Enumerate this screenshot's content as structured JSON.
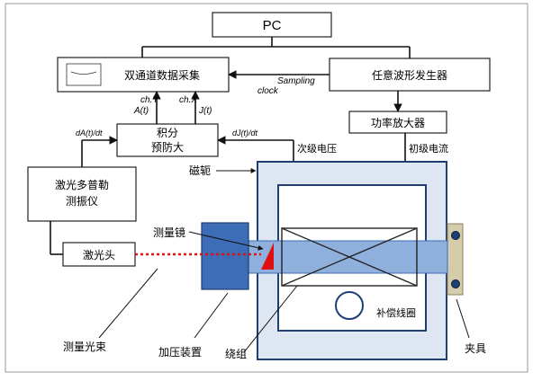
{
  "boxes": {
    "pc": "PC",
    "daq": "双通道数据采集",
    "signal_gen": "任意波形发生器",
    "amplifier": "功率放大器",
    "integrator_line1": "积分",
    "integrator_line2": "预防大",
    "vibrometer_line1": "激光多普勒",
    "vibrometer_line2": "测振仪",
    "laser_head": "激光头",
    "compensation_coil": "补偿线圈"
  },
  "signals": {
    "sampling_line1": "Sampling",
    "sampling_line2": "clock",
    "ch_y": "ch.Y",
    "ch_x": "ch.X",
    "a_t": "A(t)",
    "j_t": "J(t)",
    "da_dt": "dA(t)/dt",
    "dj_dt": "dJ(t)/dt"
  },
  "labels": {
    "secondary_voltage": "次级电压",
    "primary_current": "初级电流",
    "yoke": "磁轭",
    "mirror": "测量镜",
    "beam": "测量光束",
    "press": "加压装置",
    "winding": "绕组",
    "clamp": "夹具"
  },
  "colors": {
    "frame_blue": "#1f3f73",
    "yoke_fill": "#dde6f1",
    "sample_fill": "#8fb0dc",
    "press_fill": "#3c6db6",
    "clamp_fill": "#d4ccaa",
    "laser_red": "#e01010"
  }
}
